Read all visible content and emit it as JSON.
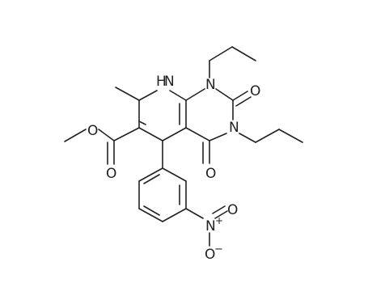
{
  "diagram": {
    "type": "chemical-structure",
    "atom_labels": {
      "nh": "H",
      "n_nh": "N",
      "n1": "N",
      "o_c2": "O",
      "n3": "N",
      "o_c4": "O",
      "o_ester_single": "O",
      "o_ester_double": "O",
      "n_nitro": "N",
      "n_nitro_charge": "+",
      "o_nitro_top": "O",
      "o_nitro_bottom": "O",
      "o_nitro_charge": "−"
    },
    "colors": {
      "bond": "#222222",
      "background": "#ffffff"
    }
  }
}
